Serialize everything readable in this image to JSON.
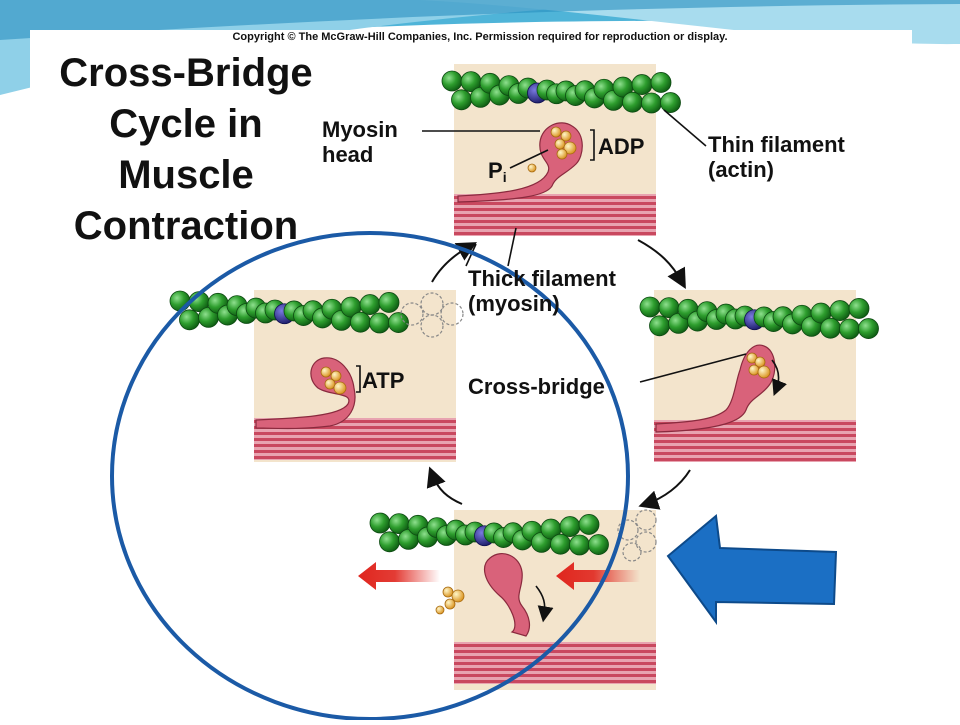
{
  "copyright": "Copyright © The McGraw-Hill Companies, Inc. Permission required for reproduction or display.",
  "title_lines": [
    "Cross-Bridge",
    "Cycle in",
    "Muscle",
    "Contraction"
  ],
  "labels": {
    "myosin_head": [
      "Myosin",
      "head"
    ],
    "adp": "ADP",
    "pi": "P",
    "pi_sub": "i",
    "thin_filament": [
      "Thin filament",
      "(actin)"
    ],
    "thick_filament": [
      "Thick filament",
      "(myosin)"
    ],
    "atp": "ATP",
    "cross_bridge": "Cross-bridge"
  },
  "colors": {
    "actin_bead": "#2e9e2e",
    "binding_site": "#2a2a8a",
    "myosin": "#d9627a",
    "thick_filament": "#d9627a",
    "panel_bg": "#f3e4cc",
    "phosphate": "#f3b94a",
    "highlight_circle": "#1b5aa6",
    "pointer_arrow": "#1b6fc4",
    "slide_arrow": "#e0261e"
  }
}
